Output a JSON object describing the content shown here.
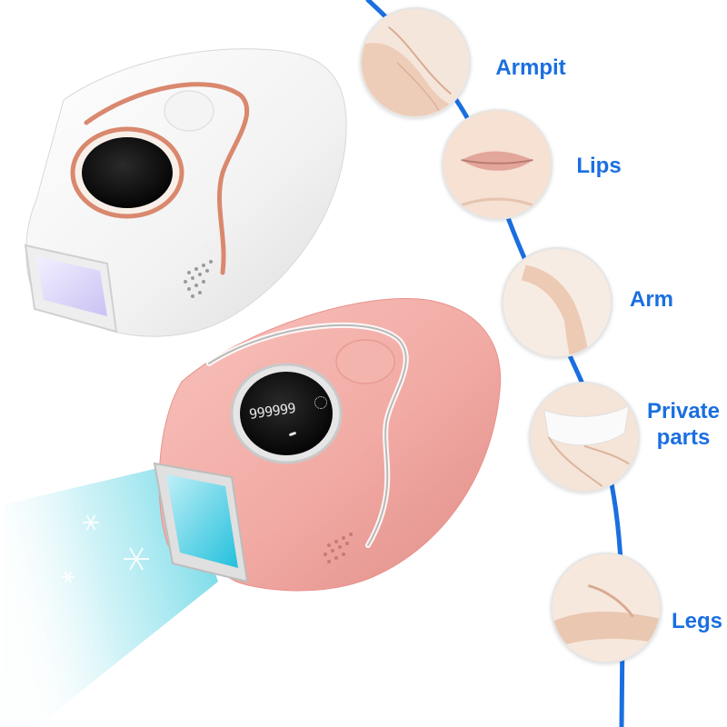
{
  "body_areas": [
    {
      "label": "Armpit",
      "icon": "armpit-icon"
    },
    {
      "label": "Lips",
      "icon": "lips-icon"
    },
    {
      "label": "Arm",
      "icon": "arm-icon"
    },
    {
      "label": "Private parts",
      "icon": "bikini-area-icon"
    },
    {
      "label": "Legs",
      "icon": "legs-icon"
    }
  ],
  "device_display": {
    "readout": "999999"
  },
  "colors": {
    "label_blue": "#1a6fe0",
    "curve_blue": "#1a6fe0",
    "white_device": "#f7f7f7",
    "pink_device": "#f2aaa4",
    "rose_gold_trim": "#d9886e",
    "light_beam": "#7fe3ec"
  }
}
